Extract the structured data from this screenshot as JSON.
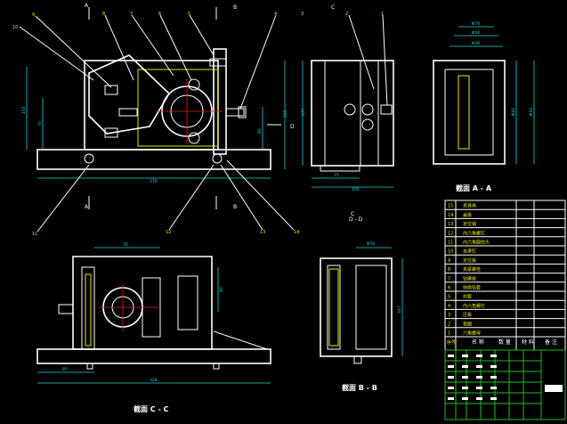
{
  "colors": {
    "background": "#000000",
    "outline": "#ffffff",
    "hidden": "#e8e800",
    "dimension": "#19d6d6",
    "titleblock": "#19c019"
  },
  "view_markers": {
    "a_top": "A",
    "a_bottom": "A",
    "b_top": "B",
    "b_bottom": "B",
    "c_top": "C",
    "c_bottom": "C",
    "d_right": "D",
    "dd_title": "D - D"
  },
  "view_titles": {
    "section_aa": "截面 A - A",
    "section_bb": "截面 B - B",
    "section_cc": "截面 C - C"
  },
  "dimensions": {
    "main_bottom": "270",
    "main_right": "335",
    "main_left_a": "150",
    "main_left_b": "70",
    "main_right_small": "80",
    "side_bottom_a": "75",
    "side_bottom_b": "200",
    "side_left": "237",
    "aa_top_a": "Φ70",
    "aa_top_b": "Φ50",
    "aa_top_c": "Φ30",
    "aa_right_a": "Φ40",
    "aa_right_b": "Φ50",
    "bb_top": "Φ70",
    "bb_right": "337",
    "cc_bottom_a": "87",
    "cc_bottom_b": "328",
    "cc_top": "76",
    "cc_right": "80"
  },
  "balloons": [
    "10",
    "9",
    "8",
    "7",
    "6",
    "5",
    "4",
    "3",
    "2",
    "1",
    "11",
    "12",
    "13",
    "14"
  ],
  "bom": {
    "rows": [
      "夹具体",
      "盖板",
      "定位销",
      "内六角螺钉",
      "内六角圆柱头",
      "支承钉",
      "定位板",
      "夹紧螺栓",
      "钻模板",
      "快换钻套",
      "衬套",
      "内六角螺钉",
      "压板",
      "垫圈",
      "六角螺母"
    ],
    "header_no": "序号",
    "header_name": "名 称",
    "header_qty": "数 量",
    "header_mat": "材 料",
    "header_note": "备 注"
  }
}
